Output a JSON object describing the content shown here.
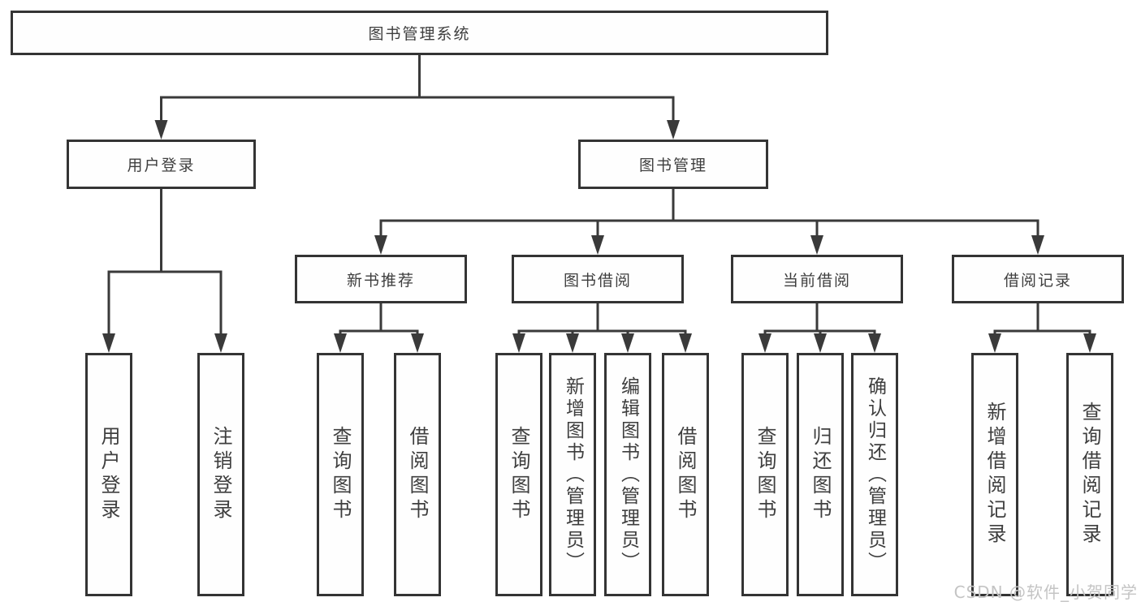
{
  "tree": {
    "label": "图书管理系统",
    "children": [
      {
        "label": "用户登录",
        "children": [
          {
            "label": "用户登录"
          },
          {
            "label": "注销登录"
          }
        ]
      },
      {
        "label": "图书管理",
        "children": [
          {
            "label": "新书推荐",
            "children": [
              {
                "label": "查询图书"
              },
              {
                "label": "借阅图书"
              }
            ]
          },
          {
            "label": "图书借阅",
            "children": [
              {
                "label": "查询图书"
              },
              {
                "label": "新增图书（管理员）"
              },
              {
                "label": "编辑图书（管理员）"
              },
              {
                "label": "借阅图书"
              }
            ]
          },
          {
            "label": "当前借阅",
            "children": [
              {
                "label": "查询图书"
              },
              {
                "label": "归还图书"
              },
              {
                "label": "确认归还（管理员）"
              }
            ]
          },
          {
            "label": "借阅记录",
            "children": [
              {
                "label": "新增借阅记录"
              },
              {
                "label": "查询借阅记录"
              }
            ]
          }
        ]
      }
    ]
  },
  "watermark": {
    "text": "CSDN @软件_小贺同学"
  },
  "colors": {
    "line": "#3a3a3a",
    "box_border": "#343434",
    "text": "#3e3e3e",
    "background": "#ffffff",
    "watermark": "#c4c4c4"
  }
}
